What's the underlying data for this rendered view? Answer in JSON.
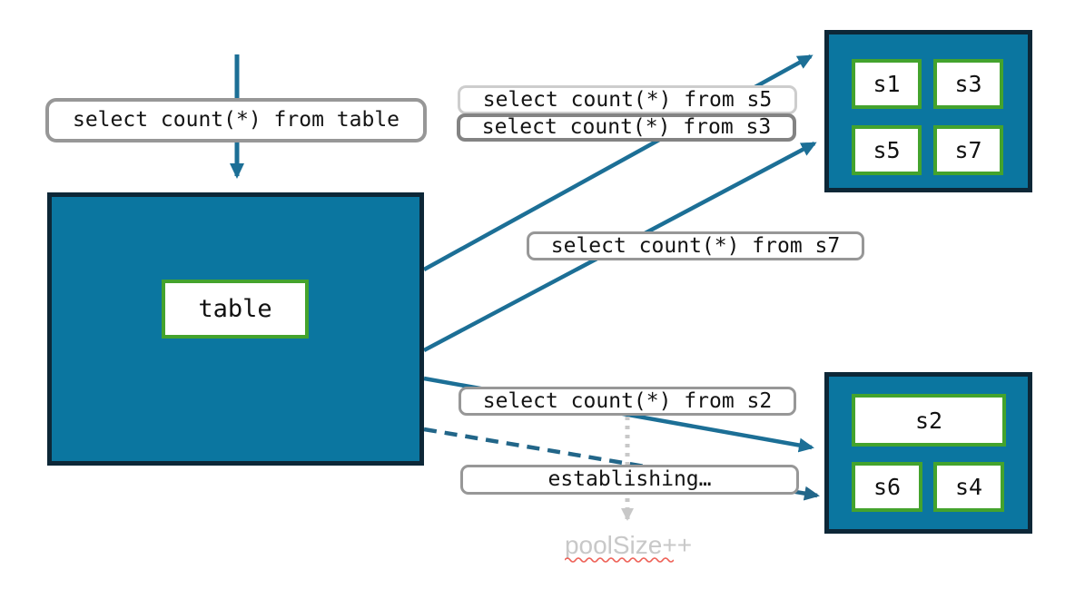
{
  "diagram_title": "query fan-out from table to shards with connection pool growth",
  "table_box": {
    "label": "table"
  },
  "query_labels": [
    {
      "id": "q-table",
      "text": "select count(*) from table"
    },
    {
      "id": "q-s5",
      "text": "select count(*) from s5"
    },
    {
      "id": "q-s3",
      "text": "select count(*) from s3"
    },
    {
      "id": "q-s7",
      "text": "select count(*) from s7"
    },
    {
      "id": "q-s2",
      "text": "select count(*) from s2"
    },
    {
      "id": "q-establishing",
      "text": "establishing…"
    }
  ],
  "shard_group_top": {
    "shards": [
      "s1",
      "s3",
      "s5",
      "s7"
    ]
  },
  "shard_group_bottom": {
    "wide_shard": "s2",
    "shards": [
      "s6",
      "s4"
    ]
  },
  "pool_note": {
    "text": "poolSize++"
  },
  "colors": {
    "box_fill": "#0b76a0",
    "box_border": "#0d2737",
    "cell_border_green": "#44a32d",
    "arrow_solid": "#1c6f96",
    "arrow_dashed": "#226689",
    "arrow_muted": "#c8c8c8",
    "label_border": "#979797",
    "label_border_light": "#cdcdcd",
    "label_border_dark": "#838383",
    "muted_text": "#c8c8c8",
    "squiggle_red": "#ee5f55"
  }
}
